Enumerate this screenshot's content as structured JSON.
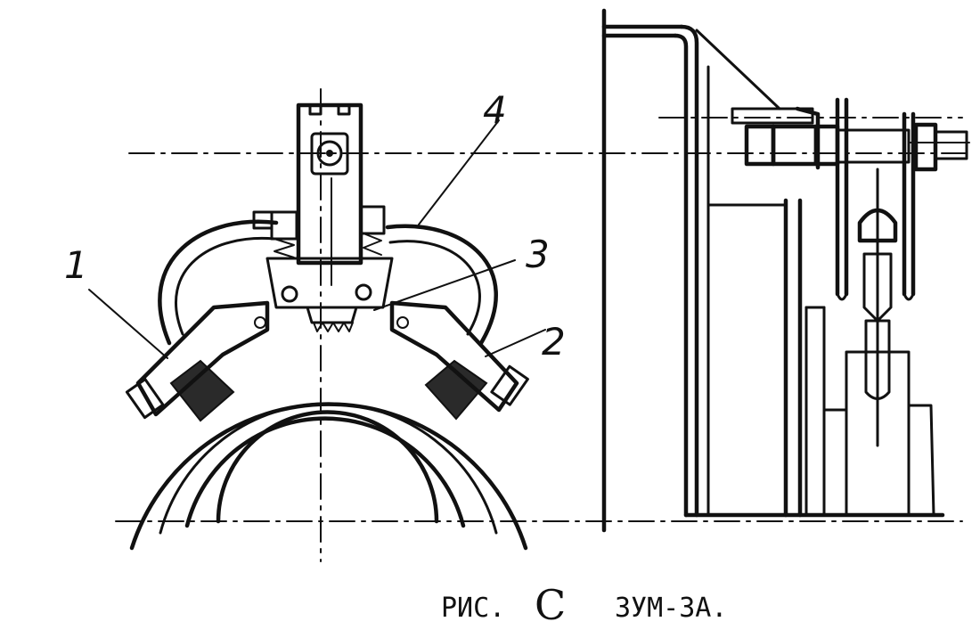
{
  "figure": {
    "callouts": {
      "c1": "1",
      "c2": "2",
      "c3": "3",
      "c4": "4"
    },
    "caption": {
      "prefix": "РИС.",
      "number": "C",
      "title": "ЗУМ-3А."
    }
  }
}
